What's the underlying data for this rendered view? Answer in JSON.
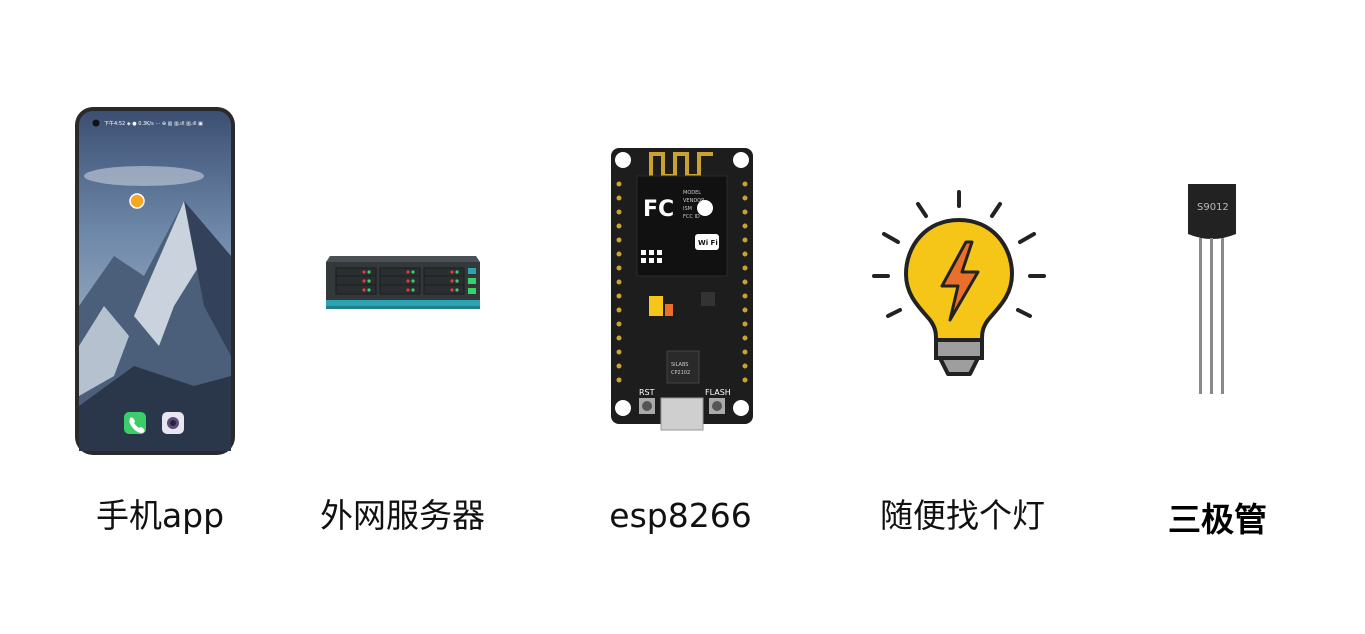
{
  "items": [
    {
      "label": "手机app",
      "icon": "smartphone-icon"
    },
    {
      "label": "外网服务器",
      "icon": "server-icon"
    },
    {
      "label": "esp8266",
      "icon": "esp8266-board-icon"
    },
    {
      "label": "随便找个灯",
      "icon": "light-bulb-icon"
    },
    {
      "label": "三极管",
      "icon": "transistor-icon"
    }
  ],
  "phone": {
    "status_bar": "下午4:52 ◈ ● 0.3K/s ⋯ ⊕ ▥ ▥.ıll ▥.ıll ▣"
  },
  "esp8266": {
    "module_text": [
      "MODEL",
      "VENDOR",
      "ISM",
      "FCC ID"
    ],
    "fc_logo": "FC",
    "wifi_logo": "Wi Fi",
    "chip_text": [
      "SILABS",
      "CP2102"
    ],
    "rst_label": "RST",
    "flash_label": "FLASH"
  },
  "transistor": {
    "marking": "S9012"
  },
  "colors": {
    "server_body": "#33383a",
    "server_accent": "#2ba3b3",
    "board": "#1d1d1d",
    "bulb": "#f5c518",
    "bolt": "#e8702a",
    "bulb_base": "#9e9e9e"
  }
}
